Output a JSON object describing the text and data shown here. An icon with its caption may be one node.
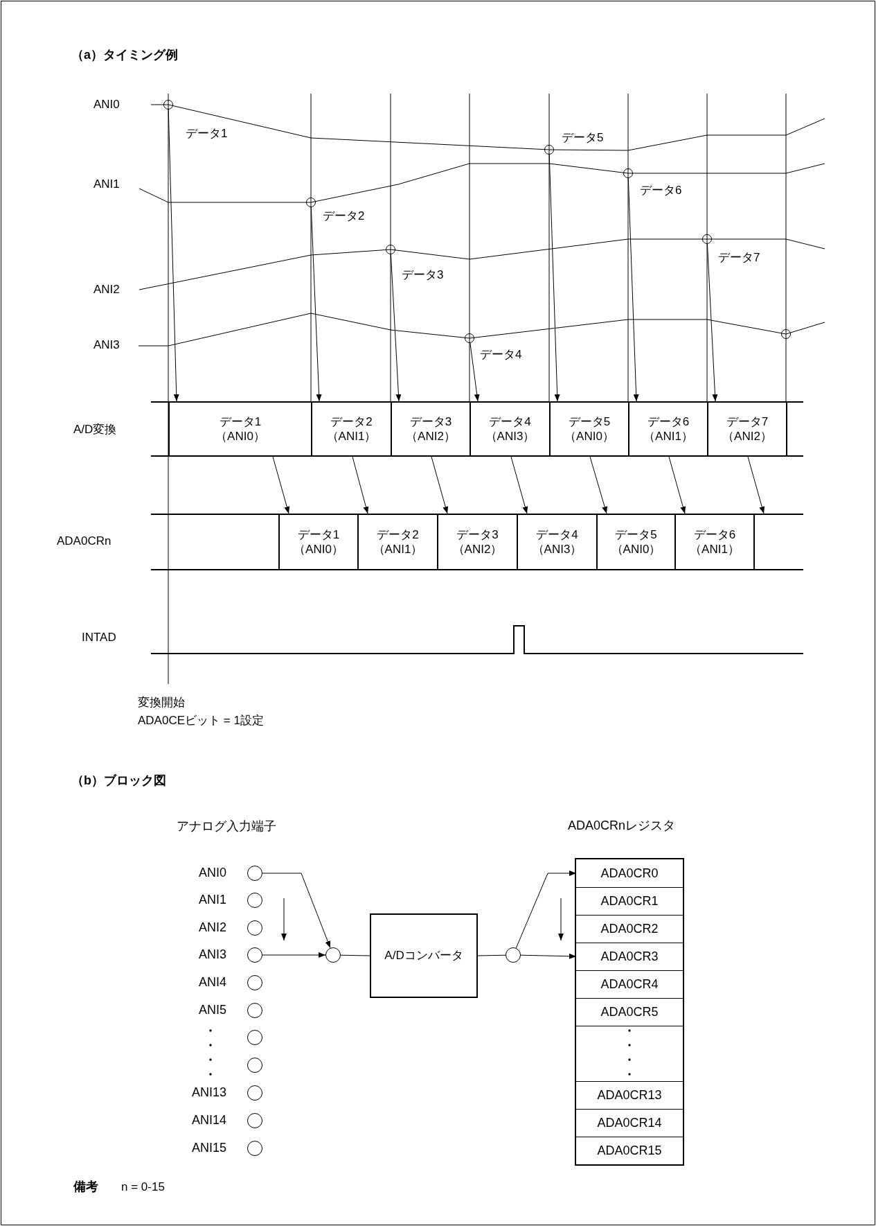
{
  "diagram": {
    "nodes": [
      {
        "text": [],
        "shape": "circle",
        "beside": [
          "データ1"
        ]
      },
      {
        "text": [],
        "shape": "circle",
        "beside": [
          "データ2"
        ]
      },
      {
        "text": [],
        "shape": "circle",
        "beside": [
          "データ3"
        ]
      },
      {
        "text": [],
        "shape": "circle",
        "beside": [
          "データ4"
        ]
      },
      {
        "text": [],
        "shape": "circle",
        "beside": [
          "データ5"
        ]
      },
      {
        "text": [],
        "shape": "circle",
        "beside": [
          "データ6"
        ]
      },
      {
        "text": [],
        "shape": "circle",
        "beside": [
          "データ7"
        ]
      },
      {
        "text": [],
        "shape": "circle"
      },
      {
        "text": [
          "データ1",
          "（ANI0）"
        ]
      },
      {
        "text": [
          "データ2",
          "（ANI1）"
        ]
      },
      {
        "text": [
          "データ3",
          "（ANI2）"
        ]
      },
      {
        "text": [
          "データ4",
          "（ANI3）"
        ]
      },
      {
        "text": [
          "データ5",
          "（ANI0）"
        ]
      },
      {
        "text": [
          "データ6",
          "（ANI1）"
        ]
      },
      {
        "text": [
          "データ7",
          "（ANI2）"
        ]
      },
      {
        "text": [],
        "shape": "box"
      },
      {
        "text": [],
        "shape": "box"
      },
      {
        "text": [
          "データ1",
          "（ANI0）"
        ]
      },
      {
        "text": [
          "データ2",
          "（ANI1）"
        ]
      },
      {
        "text": [
          "データ3",
          "（ANI2）"
        ]
      },
      {
        "text": [
          "データ4",
          "（ANI3）"
        ]
      },
      {
        "text": [
          "データ5",
          "（ANI0）"
        ]
      },
      {
        "text": [
          "データ6",
          "（ANI1）"
        ]
      },
      {
        "text": [],
        "shape": "box"
      },
      {
        "text": [],
        "shape": "circle",
        "beside": [
          "ANI0"
        ]
      },
      {
        "text": [],
        "shape": "circle",
        "beside": [
          "ANI1"
        ]
      },
      {
        "text": [],
        "shape": "circle",
        "beside": [
          "ANI2"
        ]
      },
      {
        "text": [],
        "shape": "circle",
        "beside": [
          "ANI3"
        ]
      },
      {
        "text": [],
        "shape": "circle",
        "beside": [
          "ANI4"
        ]
      },
      {
        "text": [],
        "shape": "circle",
        "beside": [
          "ANI5"
        ]
      },
      {
        "text": [],
        "shape": "circle"
      },
      {
        "text": [],
        "shape": "circle"
      },
      {
        "text": [],
        "shape": "circle",
        "beside": [
          "ANI13"
        ]
      },
      {
        "text": [],
        "shape": "circle",
        "beside": [
          "ANI14"
        ]
      },
      {
        "text": [],
        "shape": "circle",
        "beside": [
          "ANI15"
        ]
      },
      {
        "text": [],
        "shape": "circle"
      },
      {
        "text": [
          "A/Dコンバータ"
        ]
      },
      {
        "text": [],
        "shape": "circle"
      },
      {
        "text": [
          "ADA0CRnレジスタ"
        ]
      },
      {
        "text": [
          "ADA0CR0"
        ],
        "in": 38
      },
      {
        "text": [
          "ADA0CR1"
        ],
        "in": 38
      },
      {
        "text": [
          "ADA0CR2"
        ],
        "in": 38
      },
      {
        "text": [
          "ADA0CR3"
        ],
        "in": 38
      },
      {
        "text": [
          "ADA0CR4"
        ],
        "in": 38
      },
      {
        "text": [
          "ADA0CR5"
        ],
        "in": 38
      },
      {
        "text": [],
        "shape": "box",
        "in": 38
      },
      {
        "text": [
          "ADA0CR13"
        ],
        "in": 38
      },
      {
        "text": [
          "ADA0CR14"
        ],
        "in": 38
      },
      {
        "text": [
          "ADA0CR15"
        ],
        "in": 38
      }
    ],
    "edges": [
      {
        "from": 0,
        "to": 8,
        "arrow": "to"
      },
      {
        "from": 1,
        "to": 9,
        "arrow": "to"
      },
      {
        "from": 2,
        "to": 10,
        "arrow": "to"
      },
      {
        "from": 3,
        "to": 11,
        "arrow": "to"
      },
      {
        "from": 4,
        "to": 12,
        "arrow": "to"
      },
      {
        "from": 5,
        "to": 13,
        "arrow": "to"
      },
      {
        "from": 6,
        "to": 14,
        "arrow": "to"
      },
      {
        "from": 8,
        "to": 17,
        "arrow": "to"
      },
      {
        "from": 9,
        "to": 18,
        "arrow": "to"
      },
      {
        "from": 10,
        "to": 19,
        "arrow": "to"
      },
      {
        "from": 11,
        "to": 20,
        "arrow": "to"
      },
      {
        "from": 12,
        "to": 21,
        "arrow": "to"
      },
      {
        "from": 13,
        "to": 22,
        "arrow": "to"
      },
      {
        "from": 14,
        "to": 23,
        "arrow": "to"
      },
      {
        "from": 24,
        "to": 35,
        "arrow": "to"
      },
      {
        "from": 27,
        "to": 35,
        "arrow": "to"
      },
      {
        "from": 35,
        "to": 36,
        "arrow": "none"
      },
      {
        "from": 36,
        "to": 37,
        "arrow": "none"
      },
      {
        "from": 37,
        "to": 39,
        "arrow": "to"
      },
      {
        "from": 37,
        "to": 42,
        "arrow": "to"
      }
    ],
    "labels": [
      "（a）タイミング例",
      "ANI0",
      "ANI1",
      "ANI2",
      "ANI3",
      "A/D変換",
      "ADA0CRn",
      "INTAD",
      "変換開始",
      "ADA0CEビット = 1設定",
      "（b）ブロック図",
      "アナログ入力端子",
      "備考",
      "n = 0-15"
    ]
  }
}
